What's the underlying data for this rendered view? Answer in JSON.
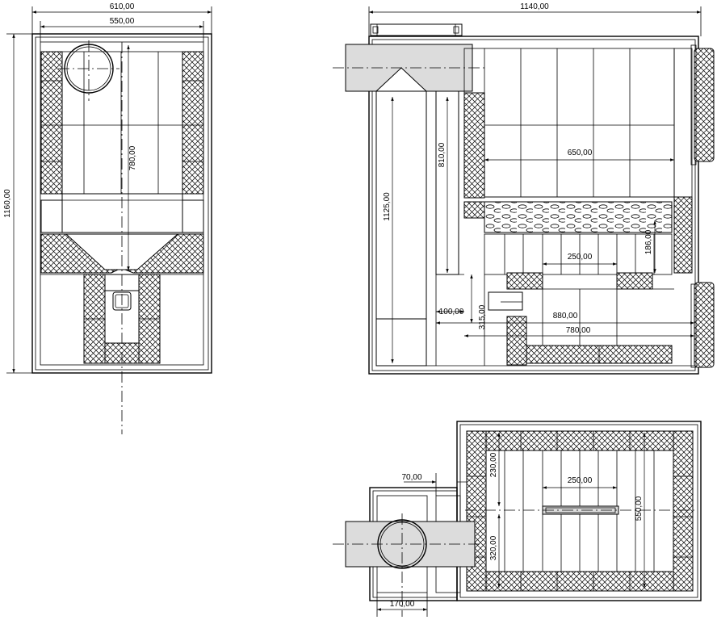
{
  "views": {
    "front": {
      "dims": {
        "outer_width": "610,00",
        "inner_width": "550,00",
        "height": "1160,00",
        "grate_height": "780,00"
      }
    },
    "side": {
      "dims": {
        "length": "1140,00",
        "flue_height": "1125,00",
        "chamber_height": "810,00",
        "tank_width": "650,00",
        "slot_width": "250,00",
        "grate_gap": "186,00",
        "offset": "100,00",
        "ash_height": "315,00",
        "inner_length": "880,00",
        "hearth_length": "780,00"
      }
    },
    "plan": {
      "dims": {
        "flue_offset": "70,00",
        "depth_top": "230,00",
        "slot_width": "250,00",
        "inner_width": "550,00",
        "depth_bottom": "320,00",
        "flue_width": "170,00"
      }
    }
  },
  "colors": {
    "line": "#000000",
    "hatch": "#000000",
    "panel": "#dcdcdc",
    "background": "#ffffff"
  }
}
